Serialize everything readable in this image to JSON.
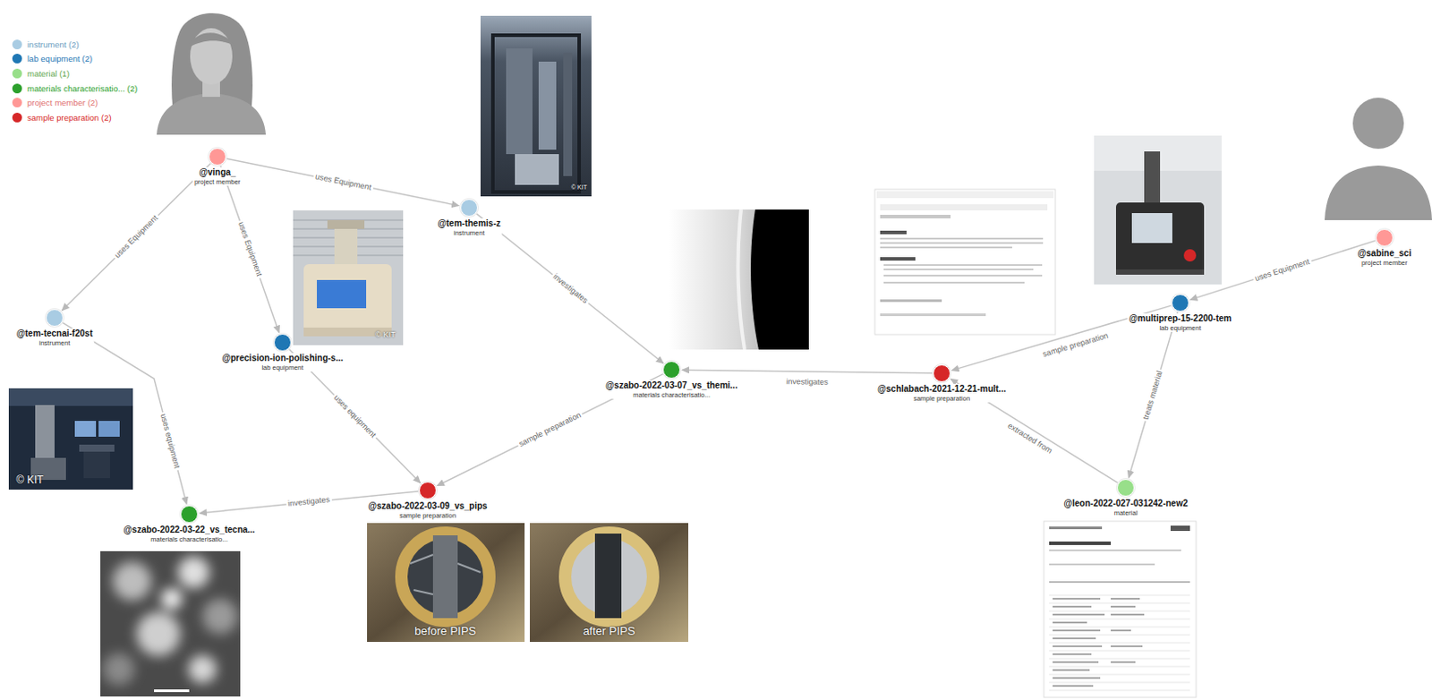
{
  "diagram": {
    "nodes": [
      {
        "text": [
          "@vinga_",
          "project member"
        ]
      },
      {
        "text": [
          "@tem-themis-z",
          "instrument"
        ]
      },
      {
        "text": [
          "@sabine_sci",
          "project member"
        ]
      },
      {
        "text": [
          "@multiprep-15-2200-tem",
          "lab equipment"
        ]
      },
      {
        "text": [
          "@tem-tecnai-f20st",
          "instrument"
        ]
      },
      {
        "text": [
          "@precision-ion-polishing-s...",
          "lab equipment"
        ]
      },
      {
        "text": [
          "@szabo-2022-03-07_vs_themi...",
          "materials characterisatio..."
        ]
      },
      {
        "text": [
          "@schlabach-2021-12-21-mult...",
          "sample preparation"
        ]
      },
      {
        "text": [
          "@leon-2022-027-031242-new2",
          "material"
        ]
      },
      {
        "text": [
          "@szabo-2022-03-09_vs_pips",
          "sample preparation"
        ]
      },
      {
        "text": [
          "@szabo-2022-03-22_vs_tecna...",
          "materials characterisatio..."
        ]
      }
    ],
    "edges": [
      {
        "from": 0,
        "to": 1,
        "label": "uses Equipment",
        "arrow": "to"
      },
      {
        "from": 0,
        "to": 4,
        "label": "uses Equipment",
        "arrow": "to"
      },
      {
        "from": 0,
        "to": 5,
        "label": "uses Equipment",
        "arrow": "to"
      },
      {
        "from": 1,
        "to": 6,
        "label": "investigates",
        "arrow": "to"
      },
      {
        "from": 4,
        "to": 10,
        "label": "uses equipment",
        "arrow": "to"
      },
      {
        "from": 5,
        "to": 9,
        "label": "uses equipment",
        "arrow": "to"
      },
      {
        "from": 6,
        "to": 9,
        "label": "sample preparation",
        "arrow": "to"
      },
      {
        "from": 9,
        "to": 10,
        "label": "investigates",
        "arrow": "to"
      },
      {
        "from": 7,
        "to": 6,
        "label": "investigates",
        "arrow": "to"
      },
      {
        "from": 3,
        "to": 7,
        "label": "sample preparation",
        "arrow": "to"
      },
      {
        "from": 2,
        "to": 3,
        "label": "uses Equipment",
        "arrow": "to"
      },
      {
        "from": 3,
        "to": 8,
        "label": "treats material",
        "arrow": "to"
      },
      {
        "from": 8,
        "to": 7,
        "label": "extracted from",
        "arrow": "to"
      }
    ],
    "labels": [
      "© KIT",
      "© KIT",
      "© KIT",
      "before PIPS",
      "after PIPS"
    ],
    "legend": [
      {
        "text": "instrument (2)",
        "color": "#a9cce3"
      },
      {
        "text": "lab equipment (2)",
        "color": "#1f77b4"
      },
      {
        "text": "material (1)",
        "color": "#98df8a"
      },
      {
        "text": "materials characterisatio... (2)",
        "color": "#2ca02c"
      },
      {
        "text": "project member (2)",
        "color": "#ff9896"
      },
      {
        "text": "sample preparation (2)",
        "color": "#d62728"
      }
    ]
  }
}
